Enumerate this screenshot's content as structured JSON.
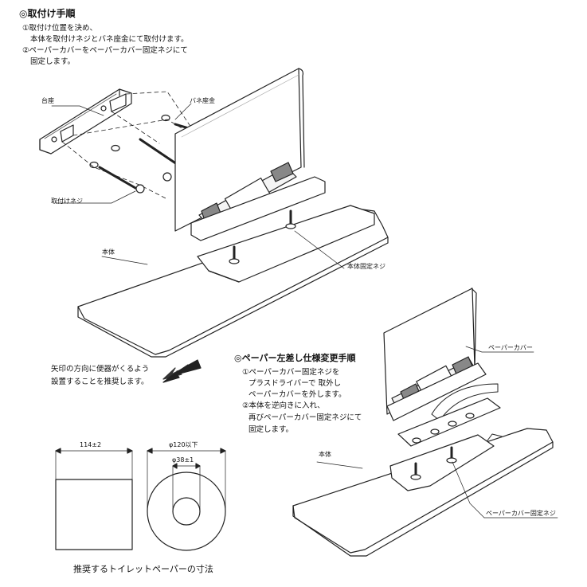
{
  "section1": {
    "title": "◎取付け手順",
    "lines": [
      "①取付け位置を決め、",
      "本体を取付けネジとバネ座金にて取付けます。",
      "②ペーパーカバーをペーパーカバー固定ネジにて",
      "固定します。"
    ]
  },
  "labels1": {
    "base": "台座",
    "spring_washer": "バネ座金",
    "mount_screw": "取付けネジ",
    "body": "本体",
    "body_screw": "本体固定ネジ"
  },
  "direction_note": [
    "矢印の方向に便器がくるよう",
    "設置することを推奨します。"
  ],
  "section2": {
    "title": "◎ペーパー左差し仕様変更手順",
    "lines": [
      "①ペーパーカバー固定ネジを",
      "プラスドライバーで 取外し",
      "ペーパーカバーを外します。",
      "②本体を逆向きに入れ、",
      "再びペーパーカバー固定ネジにて",
      "固定します。"
    ]
  },
  "labels2": {
    "paper_cover": "ペーパーカバー",
    "body": "本体",
    "cover_screw": "ペーパーカバー固定ネジ"
  },
  "dimensions": {
    "width": "114±2",
    "outer_dia": "φ120以下",
    "core_dia": "φ38±1",
    "caption": "推奨するトイレットペーパーの寸法"
  }
}
